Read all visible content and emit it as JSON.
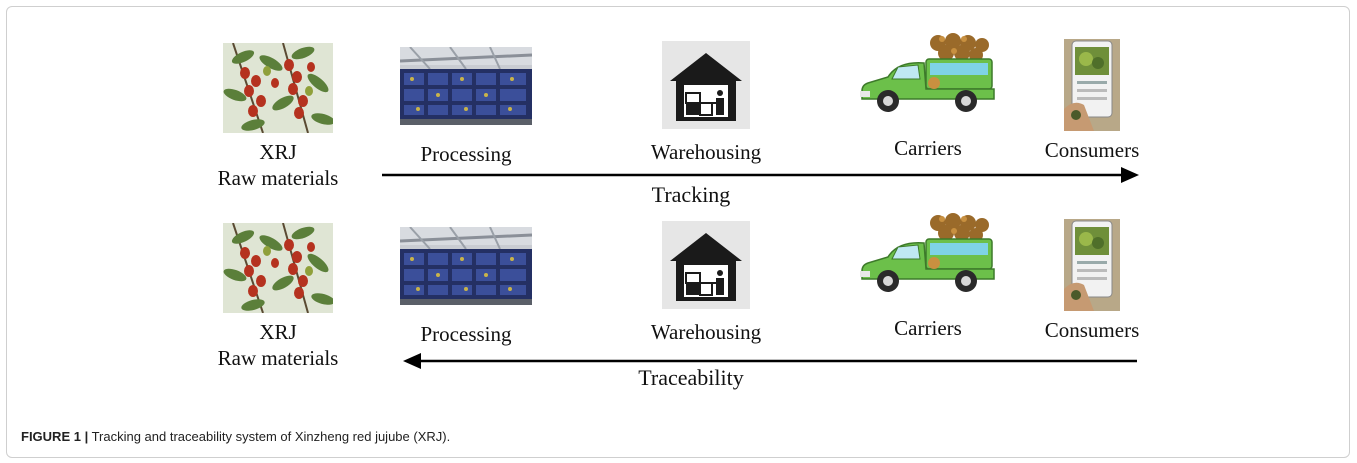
{
  "rows": [
    {
      "direction": "forward",
      "arrow_label": "Tracking",
      "nodes": [
        {
          "label": "XRJ\nRaw materials",
          "icon": "jujube-branch-photo"
        },
        {
          "label": "Processing",
          "icon": "processing-line-photo"
        },
        {
          "label": "Warehousing",
          "icon": "warehouse-icon"
        },
        {
          "label": "Carriers",
          "icon": "delivery-truck-icon"
        },
        {
          "label": "Consumers",
          "icon": "smartphone-photo"
        }
      ]
    },
    {
      "direction": "backward",
      "arrow_label": "Traceability",
      "nodes": [
        {
          "label": "XRJ\nRaw materials",
          "icon": "jujube-branch-photo"
        },
        {
          "label": "Processing",
          "icon": "processing-line-photo"
        },
        {
          "label": "Warehousing",
          "icon": "warehouse-icon"
        },
        {
          "label": "Carriers",
          "icon": "delivery-truck-icon"
        },
        {
          "label": "Consumers",
          "icon": "smartphone-photo"
        }
      ]
    }
  ],
  "caption": {
    "label": "FIGURE 1 |",
    "text": " Tracking  and traceability system of Xinzheng red jujube (XRJ)."
  },
  "colors": {
    "arrow": "#000000",
    "jujube_red": "#b5321f",
    "leaf_green": "#5b7f3a",
    "truck_green": "#6cc04a",
    "conveyor_blue": "#3b4f9a"
  }
}
